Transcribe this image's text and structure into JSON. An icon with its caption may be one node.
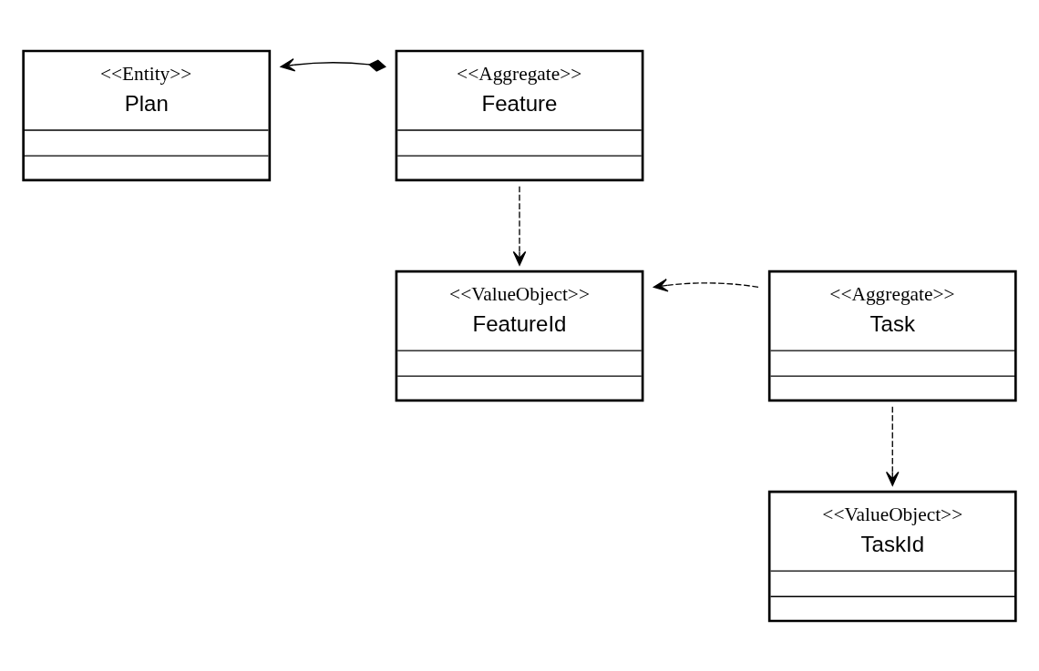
{
  "diagram": {
    "nodes": [
      {
        "text": [
          "<<Entity>>",
          "Plan"
        ]
      },
      {
        "text": [
          "<<Aggregate>>",
          "Feature"
        ]
      },
      {
        "text": [
          "<<ValueObject>>",
          "FeatureId"
        ]
      },
      {
        "text": [
          "<<Aggregate>>",
          "Task"
        ]
      },
      {
        "text": [
          "<<ValueObject>>",
          "TaskId"
        ]
      }
    ],
    "edges": [
      {
        "from": 1,
        "to": 0,
        "arrow": "to"
      },
      {
        "from": 1,
        "to": 2,
        "arrow": "to",
        "style": "dashed"
      },
      {
        "from": 3,
        "to": 2,
        "arrow": "to",
        "style": "dashed"
      },
      {
        "from": 3,
        "to": 4,
        "arrow": "to",
        "style": "dashed"
      }
    ]
  }
}
